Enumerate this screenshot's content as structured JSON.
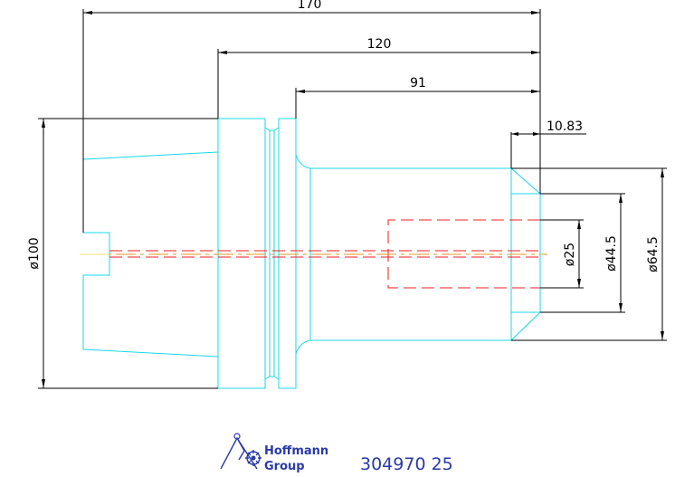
{
  "dimensions": {
    "overall_length": "170",
    "length_120": "120",
    "length_91": "91",
    "length_10_83": "10.83",
    "dia_100": "ø100",
    "dia_25": "ø25",
    "dia_44_5": "ø44.5",
    "dia_64_5": "ø64.5"
  },
  "title_block": {
    "brand_line1": "Hoffmann",
    "brand_line2": "Group",
    "part_number": "304970 25"
  },
  "colors": {
    "geometry": "#18d8e8",
    "hidden_lines": "#e82020",
    "centerline": "#f09020",
    "dimension": "#000000",
    "brand": "#2a3aa8"
  }
}
